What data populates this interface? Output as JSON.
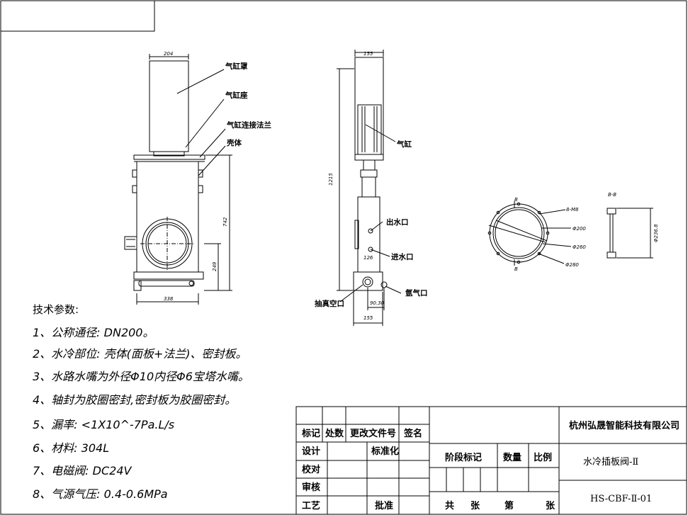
{
  "front_view": {
    "labels": {
      "cylinder_cover": "气缸罩",
      "cylinder_seat": "气缸座",
      "cylinder_flange": "气缸连接法兰",
      "housing": "壳体"
    },
    "dims": {
      "top_width": "204",
      "height": "742",
      "port_center": "249",
      "bottom_width": "338"
    }
  },
  "side_view": {
    "labels": {
      "cylinder": "气缸",
      "water_out": "出水口",
      "water_in": "进水口",
      "vacuum_port": "抽真空口",
      "gas_port": "氩气口"
    },
    "dims": {
      "top_width": "155",
      "total_height": "1215",
      "port_spacing": "126",
      "offset": "90.30",
      "bottom_width": "155"
    }
  },
  "flange_view": {
    "section_marks": {
      "top": "B",
      "bottom": "B"
    },
    "labels": {
      "bolts": "8-M8",
      "d200": "Φ200",
      "d260": "Φ260",
      "d280": "Φ280"
    }
  },
  "section_view": {
    "title": "B-B",
    "dim": "Φ236.8"
  },
  "tech_params": {
    "title": "技术参数:",
    "items": [
      "1、公称通径: DN200。",
      "2、水冷部位: 壳体(面板+法兰)、密封板。",
      "3、水路水嘴为外径Φ10内径Φ6宝塔水嘴。",
      "4、轴封为胶圈密封,密封板为胶圈密封。",
      "5、漏率: <1X10^-7Pa.L/s",
      "6、材料: 304L",
      "7、电磁阀: DC24V",
      "8、气源气压: 0.4-0.6MPa"
    ]
  },
  "title_block": {
    "company": "杭州弘晟智能科技有限公司",
    "product": "水冷插板阀-Ⅱ",
    "drawing_no": "HS-CBF-Ⅱ-01",
    "headers": {
      "mark": "标记",
      "count": "处数",
      "doc_no": "更改文件号",
      "sign": "签名",
      "design": "设计",
      "standard": "标准化",
      "check": "校对",
      "review": "审核",
      "process": "工艺",
      "approve": "批准",
      "stage": "阶段标记",
      "qty": "数量",
      "scale": "比例",
      "total": "共",
      "sheets": "张",
      "sheet_no": "第",
      "sheet": "张"
    }
  }
}
